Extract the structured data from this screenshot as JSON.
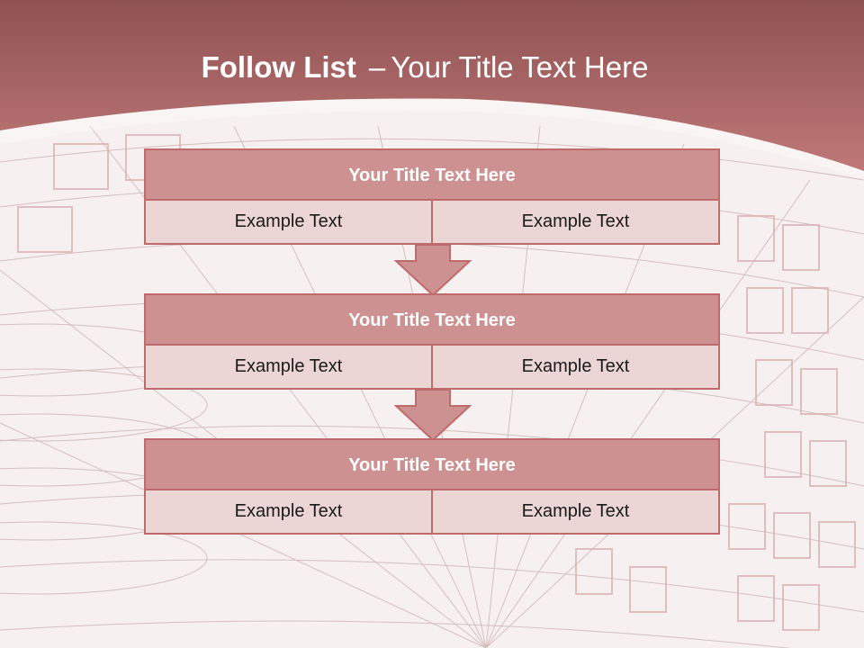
{
  "slide": {
    "title_bold": "Follow List",
    "title_dash": "–",
    "title_rest": "Your Title Text Here"
  },
  "steps": [
    {
      "title": "Your Title Text Here",
      "left": "Example Text",
      "right": "Example Text"
    },
    {
      "title": "Your Title Text Here",
      "left": "Example Text",
      "right": "Example Text"
    },
    {
      "title": "Your Title Text Here",
      "left": "Example Text",
      "right": "Example Text"
    }
  ],
  "colors": {
    "header_band": "#b86f6f",
    "block_title": "#cd9191",
    "block_body": "#ecd5d5",
    "border": "#bf6b6b"
  }
}
